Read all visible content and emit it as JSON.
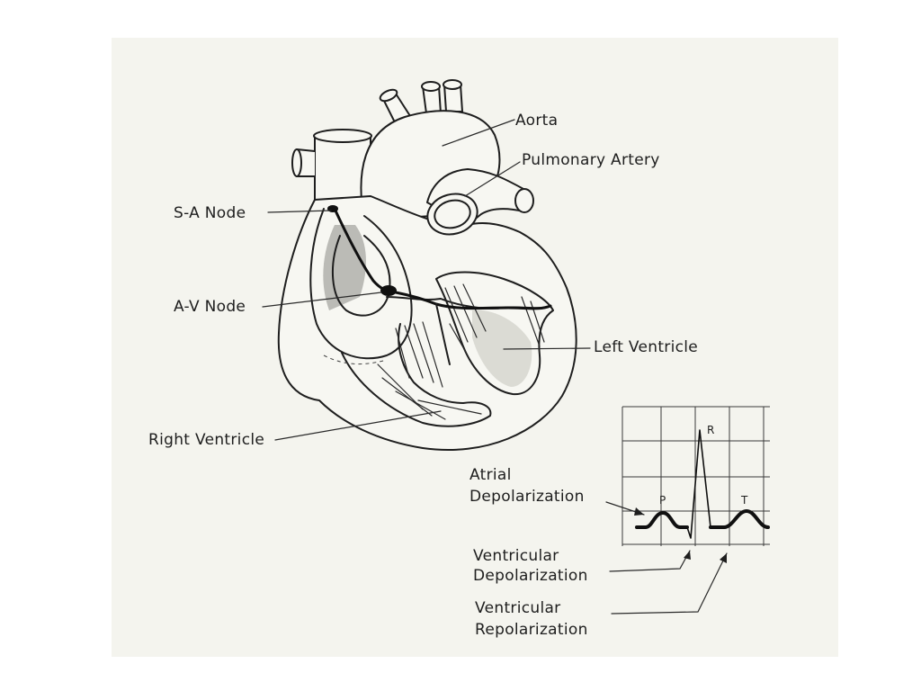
{
  "labels": {
    "aorta": "Aorta",
    "pulmonary_artery": "Pulmonary Artery",
    "sa_node": "S-A Node",
    "av_node": "A-V Node",
    "left_ventricle": "Left Ventricle",
    "right_ventricle": "Right Ventricle",
    "atrial_depolarization_1": "Atrial",
    "atrial_depolarization_2": "Depolarization",
    "ventricular_depolarization_1": "Ventricular",
    "ventricular_depolarization_2": "Depolarization",
    "ventricular_repolarization_1": "Ventricular",
    "ventricular_repolarization_2": "Repolarization"
  },
  "ecg": {
    "p_label": "P",
    "r_label": "R",
    "t_label": "T"
  },
  "colors": {
    "ink": "#1e1e1e",
    "panel": "#f4f4ee",
    "background": "#ffffff"
  }
}
